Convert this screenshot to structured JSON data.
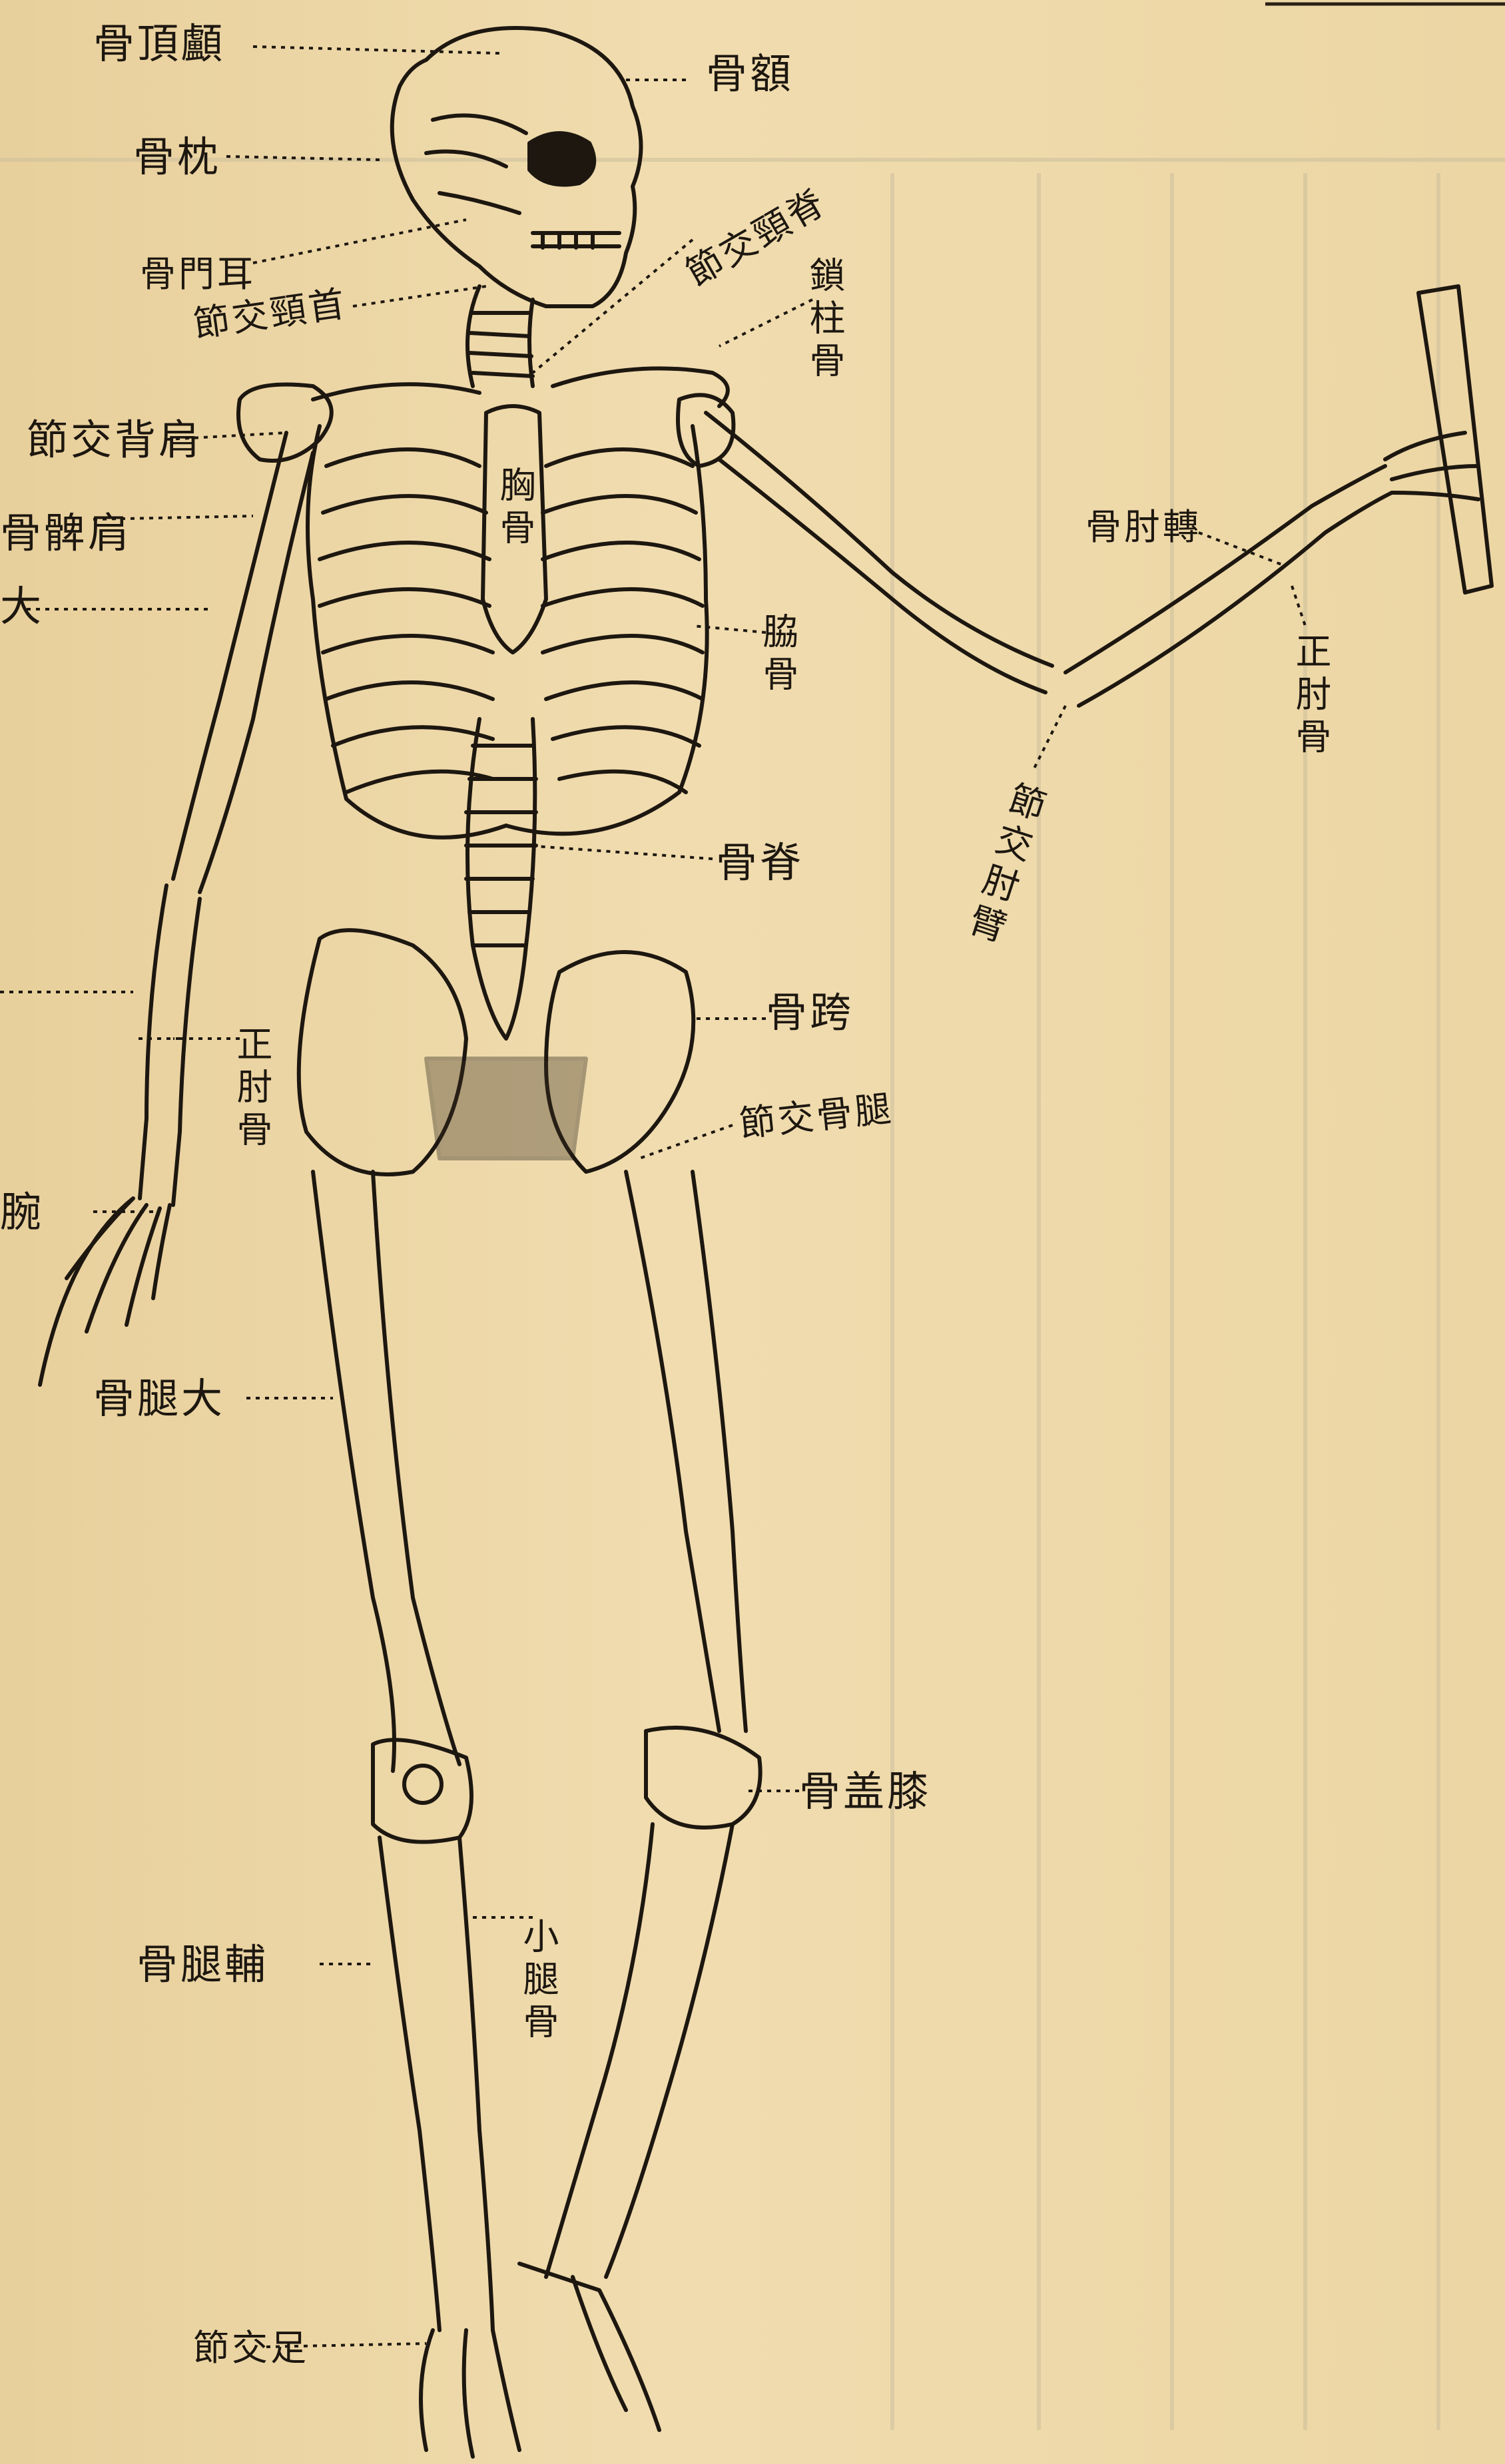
{
  "colors": {
    "paper": "#ecd7a8",
    "ink": "#1d1710",
    "faded_text": "#b8b09a"
  },
  "labels": {
    "skull_top": "骨頂顱",
    "frontal": "骨額",
    "occipital": "骨枕",
    "ear": "骨門耳",
    "neck_joint": "節交頸首",
    "cervical": "節交頸脊",
    "clavicle": "鎖柱骨",
    "shoulder_joint": "節交背肩",
    "scapula": "骨髀肩",
    "upper_arm": "大",
    "sternum": "胸骨",
    "ribs": "脇骨",
    "radius": "骨肘轉",
    "ulna_right": "正肘骨",
    "elbow_joint": "節交肘臂",
    "spine": "骨脊",
    "hip": "骨跨",
    "hip_joint": "節交骨腿",
    "ulna_left": "正肘骨",
    "wrist": "腕",
    "femur": "骨腿大",
    "patella": "骨盖膝",
    "fibula": "骨腿輔",
    "tibia": "小腿骨",
    "ankle": "節交足"
  }
}
